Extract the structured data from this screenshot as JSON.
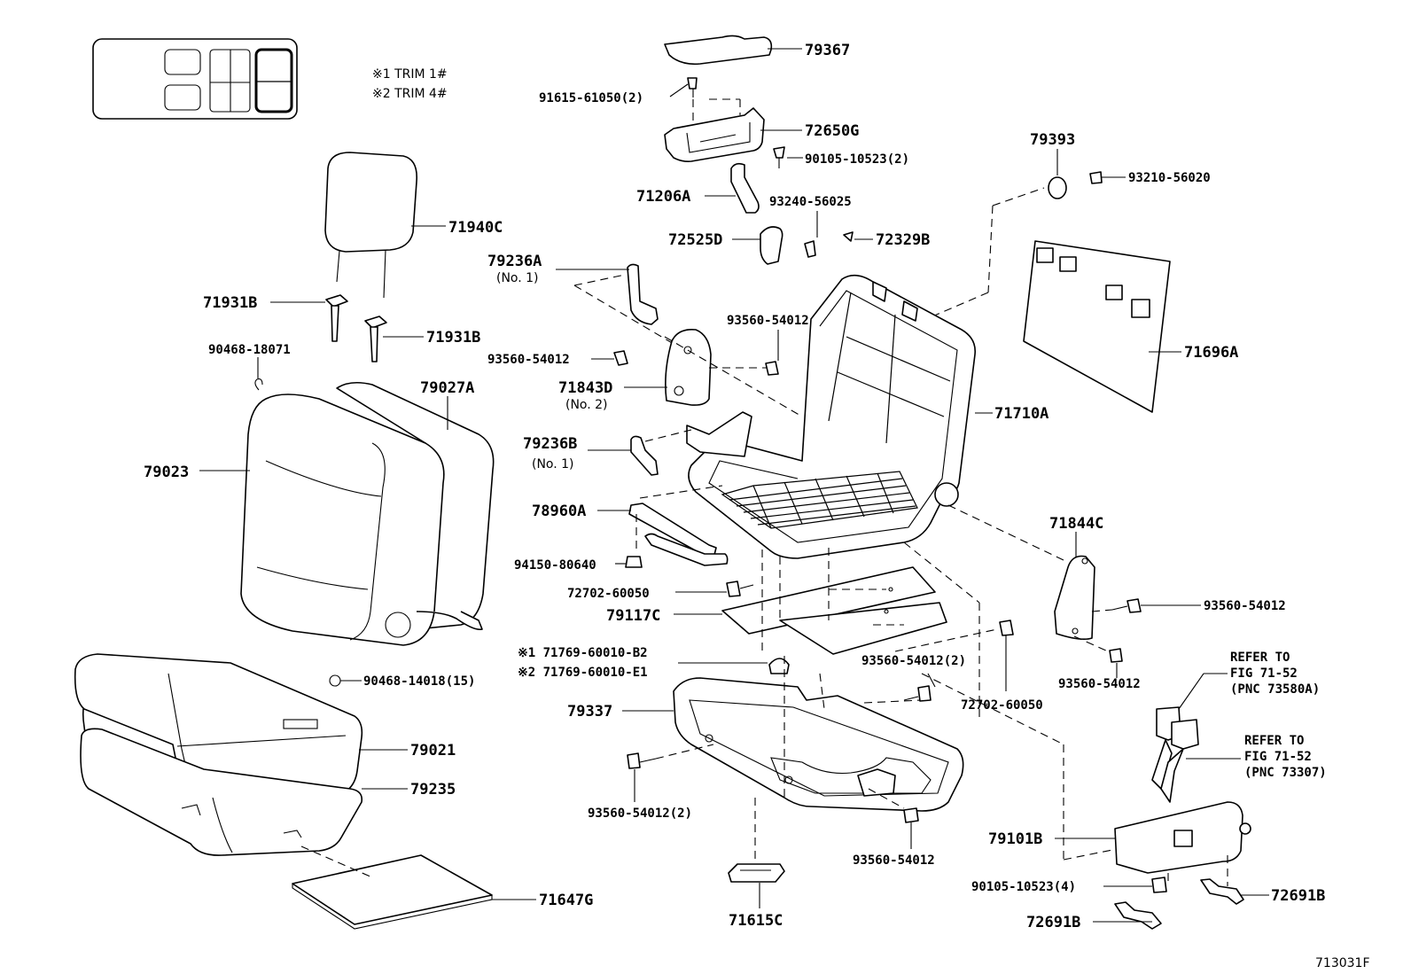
{
  "legend": {
    "note1": "※1  TRIM 1#",
    "note2": "※2  TRIM 4#"
  },
  "labels": {
    "p79367": "79367",
    "p91615": "91615-61050(2)",
    "p72650g": "72650G",
    "p90105a": "90105-10523(2)",
    "p71206a": "71206A",
    "p93240": "93240-56025",
    "p72525d": "72525D",
    "p72329b": "72329B",
    "p79393": "79393",
    "p93210": "93210-56020",
    "p71940c": "71940C",
    "p71931b_l": "71931B",
    "p71931b_r": "71931B",
    "p90468a": "90468-18071",
    "p79236a": "79236A",
    "p79236a_no": "(No. 1)",
    "p93560a": "93560-54012",
    "p93560b": "93560-54012",
    "p71843d": "71843D",
    "p71843d_no": "(No. 2)",
    "p79027a": "79027A",
    "p71696a": "71696A",
    "p71710a": "71710A",
    "p79023": "79023",
    "p79236b": "79236B",
    "p79236b_no": "(No. 1)",
    "p78960a": "78960A",
    "p94150": "94150-80640",
    "p72702a": "72702-60050",
    "p79117c": "79117C",
    "p71844c": "71844C",
    "p93560c": "93560-54012",
    "p71769a": "※1 71769-60010-B2",
    "p71769b": "※2 71769-60010-E1",
    "p93560d": "93560-54012(2)",
    "p72702b": "72702-60050",
    "p93560e": "93560-54012",
    "p90468b": "90468-14018(15)",
    "p79337": "79337",
    "p79021": "79021",
    "p79235": "79235",
    "p93560f": "93560-54012(2)",
    "p93560g": "93560-54012",
    "p79101b": "79101B",
    "p90105b": "90105-10523(4)",
    "p72691b_r": "72691B",
    "p72691b_l": "72691B",
    "p71647g": "71647G",
    "p71615c": "71615C",
    "ref1a": "REFER TO",
    "ref1b": "FIG 71-52",
    "ref1c": "(PNC 73580A)",
    "ref2a": "REFER TO",
    "ref2b": "FIG 71-52",
    "ref2c": "(PNC 73307)",
    "figno": "713031F"
  }
}
